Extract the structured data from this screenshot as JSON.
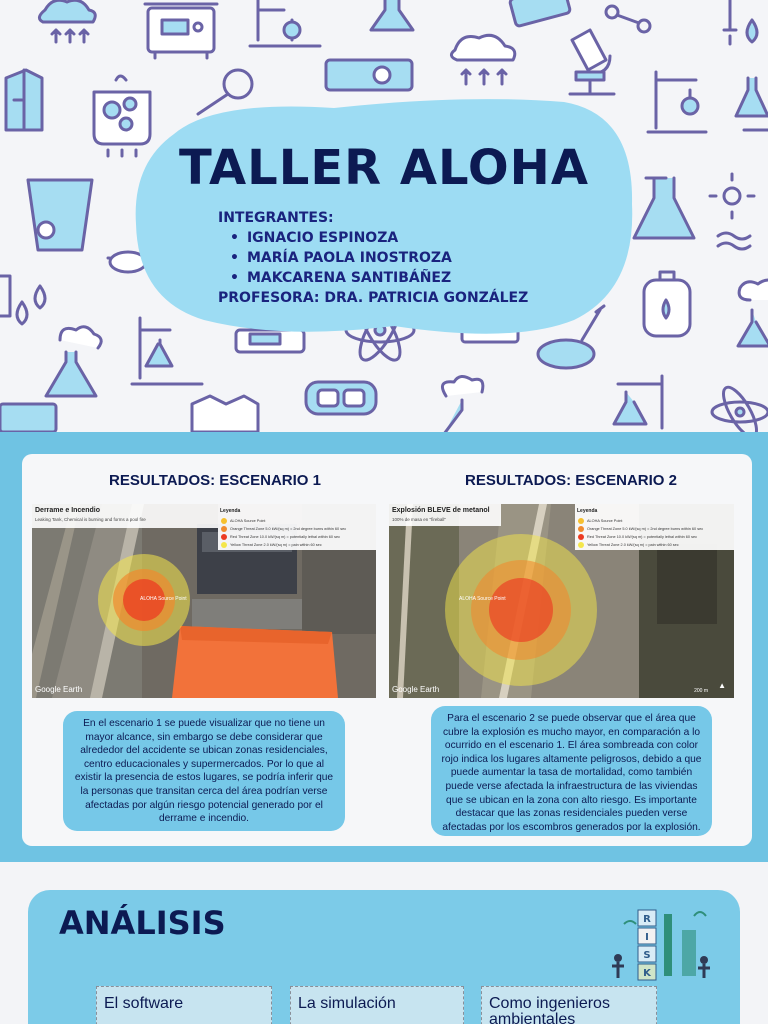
{
  "hero": {
    "title": "TALLER ALOHA",
    "members_heading": "INTEGRANTES:",
    "members": [
      "IGNACIO ESPINOZA",
      "MARÍA PAOLA INOSTROZA",
      "MAKCARENA SANTIBÁÑEZ"
    ],
    "professor": "PROFESORA: DRA. PATRICIA GONZÁLEZ"
  },
  "results": {
    "scenario1": {
      "title": "RESULTADOS: ESCENARIO 1",
      "map_title": "Derrame e Incendio",
      "map_subtitle": "Leaking Tank, Chemical is burning and forms a pool fire",
      "source_label": "ALOHA Source Point",
      "legend_heading": "Leyenda",
      "legend": [
        "ALOHA Source Point",
        "Orange Threat Zone 5.0 kW/(sq m) = 2nd degree burns within 60 sec",
        "Red Threat Zone 10.0 kW/(sq m) = potentially lethal within 60 sec",
        "Yellow Threat Zone 2.0 kW/(sq m) = pain within 60 sec"
      ],
      "watermark": "Google Earth",
      "description": "En el escenario 1 se puede visualizar que no tiene un mayor alcance, sin embargo se debe considerar que alrededor del accidente se ubican zonas residenciales, centro educacionales y supermercados. Por lo que al existir la presencia de estos lugares, se podría inferir que la personas que transitan cerca del área podrían verse afectadas por algún riesgo potencial generado por el derrame e incendio."
    },
    "scenario2": {
      "title": "RESULTADOS:  ESCENARIO 2",
      "map_title": "Explosión BLEVE de metanol",
      "map_subtitle": "100% de masa en \"fireball\"",
      "source_label": "ALOHA Source Point",
      "legend_heading": "Leyenda",
      "legend": [
        "ALOHA Source Point",
        "Orange Threat Zone 5.0 kW/(sq m) = 2nd degree burns within 60 sec",
        "Red Threat Zone 10.0 kW/(sq m) = potentially lethal within 60 sec",
        "Yellow Threat Zone 2.0 kW/(sq m) = pain within 60 sec"
      ],
      "watermark": "Google Earth",
      "scale": "200 m",
      "description": "Para el escenario 2 se puede observar que el área que cubre la explosión es mucho mayor, en comparación a lo ocurrido en el escenario 1.  El área sombreada con color rojo indica los lugares altamente peligrosos, debido a que puede aumentar la tasa de mortalidad, como también puede verse afectada la infraestructura de las viviendas que se ubican en la zona con alto riesgo. Es importante destacar que las zonas residenciales pueden verse afectadas por los escombros generados por la explosión."
    }
  },
  "analysis": {
    "title": "ANÁLISIS",
    "risk_letters": [
      "R",
      "I",
      "S",
      "K"
    ],
    "boxes": [
      "El software",
      "La simulación",
      "Como ingenieros ambientales"
    ]
  },
  "colors": {
    "navy": "#0c1a52",
    "sky": "#6fc3e3",
    "blob": "#9ddcf3",
    "icon_stroke": "#6a63a6",
    "threat_red": "#ec3b22",
    "threat_orange": "#f08a2e",
    "threat_yellow": "#f4e64a"
  }
}
